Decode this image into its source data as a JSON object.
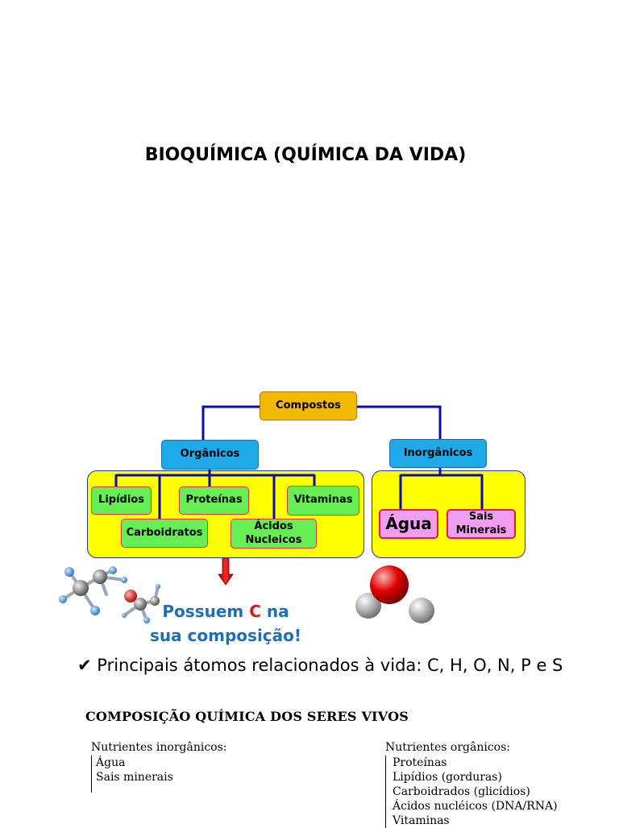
{
  "title": "BIOQUÍMICA (QUÍMICA DA VIDA)",
  "diagram": {
    "root": "Compostos",
    "organic": {
      "label": "Orgânicos",
      "children": [
        "Lipídios",
        "Proteínas",
        "Vitaminas",
        "Carboidratos",
        "Ácidos Nucleicos"
      ]
    },
    "inorganic": {
      "label": "Inorgânicos",
      "children": [
        "Água",
        "Sais Minerais"
      ]
    }
  },
  "note": {
    "part1": "Possuem",
    "highlight": "C",
    "part2": "na",
    "line2": "sua composição!"
  },
  "bullet": {
    "mark": "✔",
    "text": "Principais átomos relacionados à vida: C, H, O, N, P e S"
  },
  "document": {
    "title": "COMPOSIÇÃO QUÍMICA DOS SERES VIVOS",
    "inorganic_heading": "Nutrientes inorgânicos:",
    "inorganic_items": [
      "Água",
      "Sais minerais"
    ],
    "organic_heading": "Nutrientes orgânicos:",
    "organic_items": [
      "Proteínas",
      "Lipídios (gorduras)",
      "Carboidrados (glicídios)",
      "Ácidos nucléicos (DNA/RNA)",
      "Vitaminas"
    ]
  },
  "colors": {
    "connector": "#0a0ab8",
    "yellow_panel": "#ffff00",
    "blue_node": "#1ea9e8",
    "orange_node": "#f5b800",
    "green_node": "#66ee55",
    "pink_node": "#f29ef0",
    "highlight_red": "#e2141a",
    "note_blue": "#1f6fb8"
  }
}
